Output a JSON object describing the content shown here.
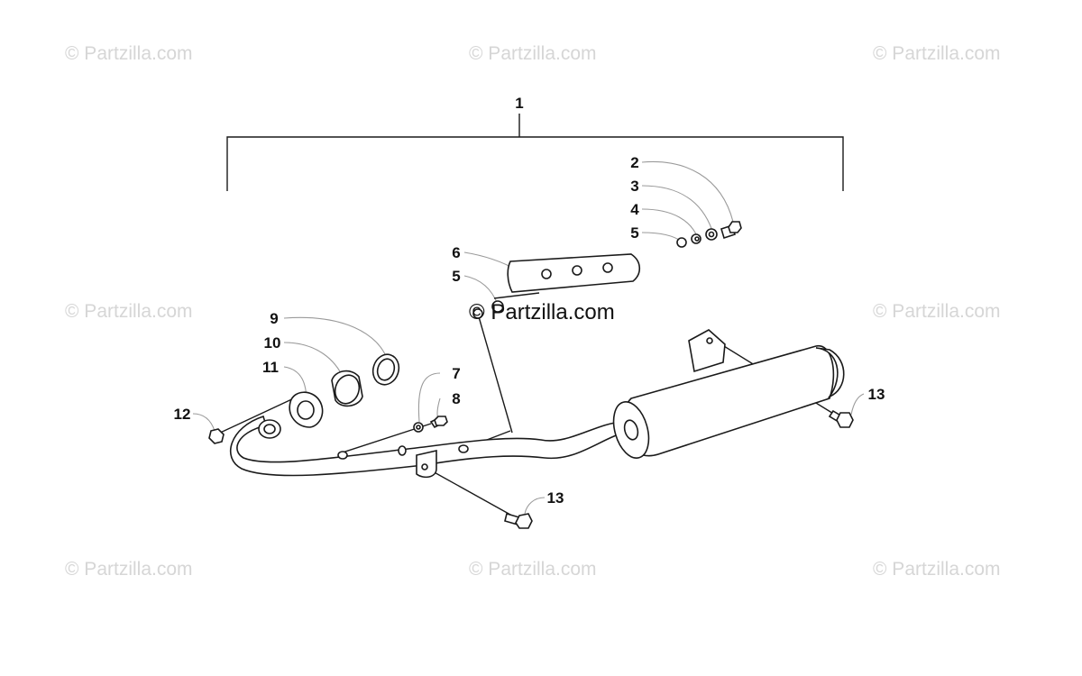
{
  "watermark": "© Partzilla.com",
  "callouts": {
    "c1": "1",
    "c2": "2",
    "c3": "3",
    "c4": "4",
    "c5a": "5",
    "c5b": "5",
    "c6": "6",
    "c7": "7",
    "c8": "8",
    "c9": "9",
    "c10": "10",
    "c11": "11",
    "c12": "12",
    "c13a": "13",
    "c13b": "13"
  },
  "colors": {
    "line": "#1a1a1a",
    "leader": "#9a9a9a",
    "watermark": "#d6d6d6"
  }
}
